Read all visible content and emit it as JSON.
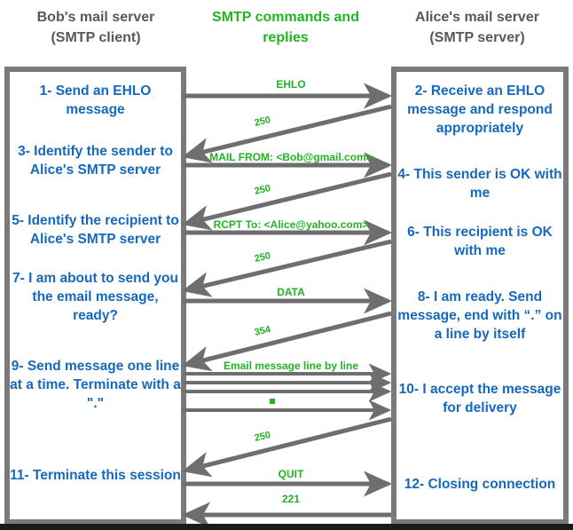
{
  "headings": {
    "left": "Bob's mail server\n(SMTP client)",
    "left_line1": "Bob's mail server",
    "left_line2": "(SMTP client)",
    "middle_line1": "SMTP commands and",
    "middle_line2": "replies",
    "right_line1": "Alice's mail server",
    "right_line2": "(SMTP server)"
  },
  "colors": {
    "client_server_label": "#585858",
    "protocol_label": "#22b422",
    "step_text": "#1569bd",
    "arrow": "#6e6e6e",
    "panel_border": "#7a7a7a",
    "background": "#ffffff"
  },
  "client_steps": [
    {
      "id": 1,
      "text": "1- Send an EHLO message"
    },
    {
      "id": 3,
      "text": "3- Identify the sender to Alice's SMTP server"
    },
    {
      "id": 5,
      "text": "5- Identify the recipient to Alice's SMTP server"
    },
    {
      "id": 7,
      "text": "7- I am about to send you the email message, ready?"
    },
    {
      "id": 9,
      "text": "9- Send message one line at a time. Terminate with a \".\""
    },
    {
      "id": 11,
      "text": "11- Terminate this session"
    }
  ],
  "server_steps": [
    {
      "id": 2,
      "text": "2- Receive an EHLO message and respond appropriately"
    },
    {
      "id": 4,
      "text": "4- This sender is OK with me"
    },
    {
      "id": 6,
      "text": "6- This recipient is OK with me"
    },
    {
      "id": 8,
      "text": "8-  I am ready. Send message, end with “.” on a line by itself"
    },
    {
      "id": 10,
      "text": "10-  I accept the message for delivery"
    },
    {
      "id": 12,
      "text": "12-  Closing connection"
    }
  ],
  "messages": [
    {
      "label": "EHLO",
      "direction": "client-to-server",
      "style": "horizontal"
    },
    {
      "label": "250",
      "direction": "server-to-client",
      "style": "diagonal"
    },
    {
      "label": "MAIL FROM: <Bob@gmail.com>",
      "direction": "client-to-server",
      "style": "horizontal"
    },
    {
      "label": "250",
      "direction": "server-to-client",
      "style": "diagonal"
    },
    {
      "label": "RCPT To: <Alice@yahoo.com>",
      "direction": "client-to-server",
      "style": "horizontal"
    },
    {
      "label": "250",
      "direction": "server-to-client",
      "style": "diagonal"
    },
    {
      "label": "DATA",
      "direction": "client-to-server",
      "style": "horizontal"
    },
    {
      "label": "354",
      "direction": "server-to-client",
      "style": "diagonal"
    },
    {
      "label": "Email message line by line",
      "direction": "client-to-server",
      "style": "horizontal-multi",
      "line_count": 4
    },
    {
      "label": "250",
      "direction": "server-to-client",
      "style": "diagonal"
    },
    {
      "label": "QUIT",
      "direction": "client-to-server",
      "style": "horizontal"
    },
    {
      "label": "221",
      "direction": "server-to-client",
      "style": "horizontal"
    }
  ]
}
